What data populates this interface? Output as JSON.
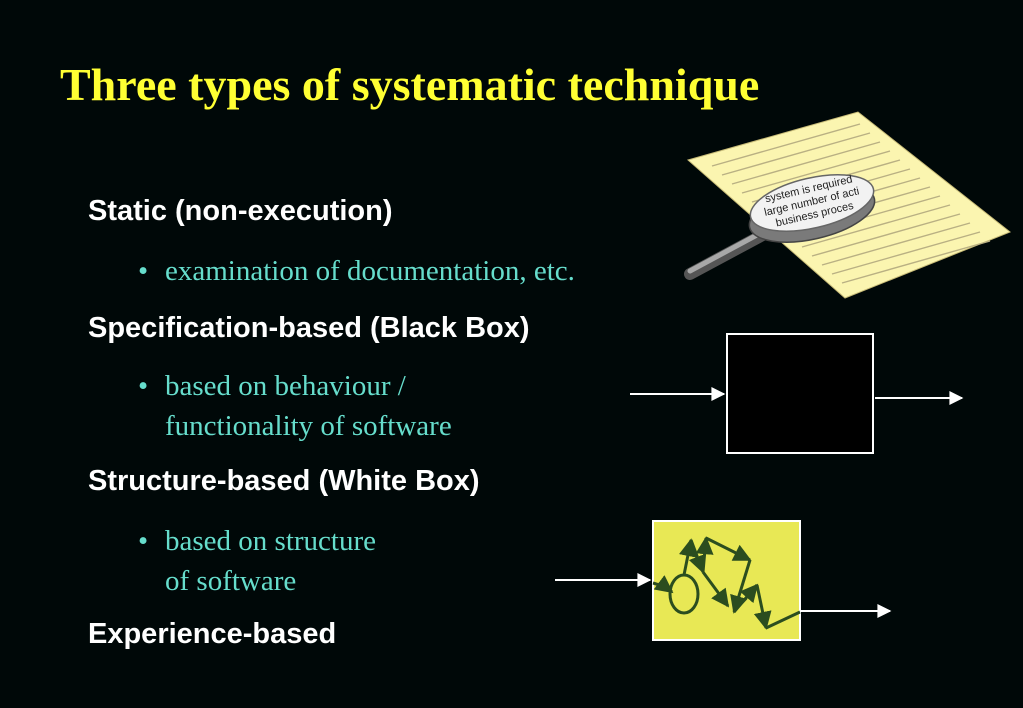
{
  "slide": {
    "title": "Three types of systematic technique",
    "sections": [
      {
        "heading": "Static (non-execution)",
        "bullet_marker": "•",
        "bullet_lines": [
          "examination of documentation, etc."
        ]
      },
      {
        "heading": "Specification-based (Black Box)",
        "bullet_marker": "•",
        "bullet_lines": [
          "based on behaviour /",
          "functionality of software"
        ]
      },
      {
        "heading": "Structure-based (White Box)",
        "bullet_marker": "•",
        "bullet_lines": [
          "based on structure",
          "of software"
        ]
      },
      {
        "heading": "Experience-based"
      }
    ]
  },
  "illustrations": {
    "magnifier_text": [
      "system is required",
      "large number of acti",
      "business proces"
    ]
  },
  "colors": {
    "background": "#000808",
    "title": "#ffff33",
    "heading": "#ffffff",
    "bullet": "#66ddcc",
    "paper": "#fbf5b0",
    "white_box_fill": "#e8e855",
    "flow_lines": "#2b4d1f"
  }
}
